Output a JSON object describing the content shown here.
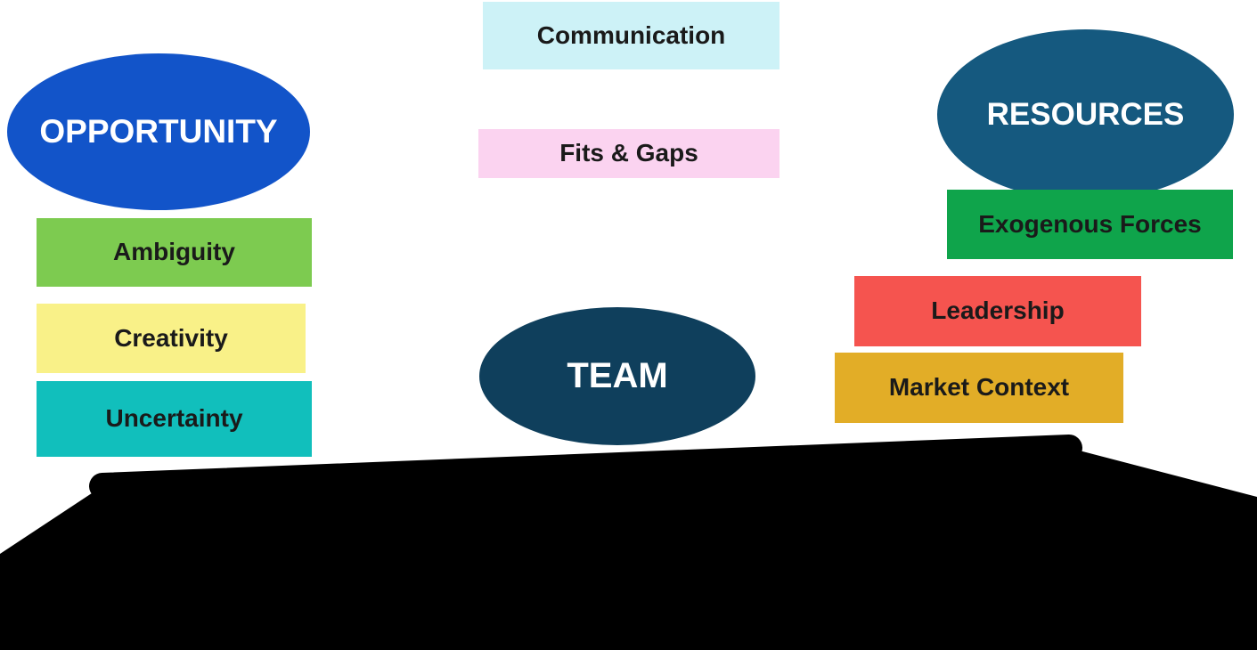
{
  "diagram": {
    "background": "#ffffff",
    "label_text_color": "#1a1a1a",
    "ellipse_text_color": "#ffffff",
    "beam_color": "#000000",
    "ground_color": "#000000",
    "ellipses": [
      {
        "id": "opportunity",
        "label": "OPPORTUNITY",
        "color": "#1254c9"
      },
      {
        "id": "resources",
        "label": "RESOURCES",
        "color": "#15597f"
      },
      {
        "id": "team",
        "label": "TEAM",
        "color": "#0f3f5c"
      }
    ],
    "center_boxes": [
      {
        "id": "communication",
        "label": "Communication",
        "color": "#cdf2f7"
      },
      {
        "id": "fits-gaps",
        "label": "Fits & Gaps",
        "color": "#fbd3f0"
      }
    ],
    "left_boxes": [
      {
        "id": "ambiguity",
        "label": "Ambiguity",
        "color": "#7dcb50"
      },
      {
        "id": "creativity",
        "label": "Creativity",
        "color": "#f9f188"
      },
      {
        "id": "uncertainty",
        "label": "Uncertainty",
        "color": "#11bfbc"
      }
    ],
    "right_boxes": [
      {
        "id": "exogenous-forces",
        "label": "Exogenous Forces",
        "color": "#0fa44b"
      },
      {
        "id": "leadership",
        "label": "Leadership",
        "color": "#f5544f"
      },
      {
        "id": "market-context",
        "label": "Market Context",
        "color": "#e2ad27"
      }
    ]
  }
}
